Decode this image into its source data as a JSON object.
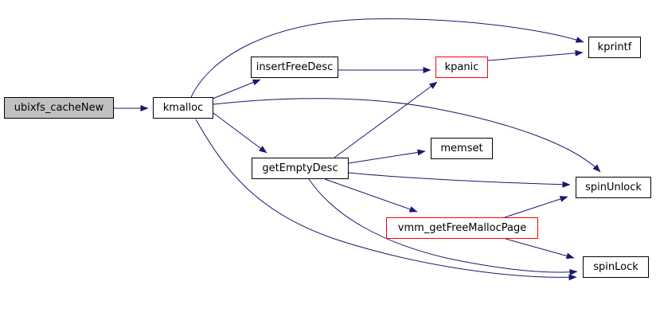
{
  "diagram": {
    "type": "call-graph",
    "colors": {
      "edge": "#191970",
      "node_border": "#000000",
      "highlight_border": "#ff0000",
      "root_fill": "#c0c0c0",
      "node_fill": "#ffffff",
      "text": "#000000",
      "background": "#ffffff"
    },
    "nodes": [
      {
        "id": "ubixfs_cacheNew",
        "label": "ubixfs_cacheNew",
        "style": "root"
      },
      {
        "id": "kmalloc",
        "label": "kmalloc",
        "style": "normal"
      },
      {
        "id": "insertFreeDesc",
        "label": "insertFreeDesc",
        "style": "normal"
      },
      {
        "id": "kpanic",
        "label": "kpanic",
        "style": "highlight"
      },
      {
        "id": "kprintf",
        "label": "kprintf",
        "style": "normal"
      },
      {
        "id": "getEmptyDesc",
        "label": "getEmptyDesc",
        "style": "normal"
      },
      {
        "id": "memset",
        "label": "memset",
        "style": "normal"
      },
      {
        "id": "spinUnlock",
        "label": "spinUnlock",
        "style": "normal"
      },
      {
        "id": "vmm_getFreeMallocPage",
        "label": "vmm_getFreeMallocPage",
        "style": "highlight"
      },
      {
        "id": "spinLock",
        "label": "spinLock",
        "style": "normal"
      }
    ],
    "edges": [
      {
        "from": "ubixfs_cacheNew",
        "to": "kmalloc"
      },
      {
        "from": "kmalloc",
        "to": "insertFreeDesc"
      },
      {
        "from": "kmalloc",
        "to": "kprintf"
      },
      {
        "from": "kmalloc",
        "to": "getEmptyDesc"
      },
      {
        "from": "kmalloc",
        "to": "spinUnlock"
      },
      {
        "from": "kmalloc",
        "to": "spinLock"
      },
      {
        "from": "insertFreeDesc",
        "to": "kpanic"
      },
      {
        "from": "kpanic",
        "to": "kprintf"
      },
      {
        "from": "getEmptyDesc",
        "to": "kpanic"
      },
      {
        "from": "getEmptyDesc",
        "to": "memset"
      },
      {
        "from": "getEmptyDesc",
        "to": "spinUnlock"
      },
      {
        "from": "getEmptyDesc",
        "to": "vmm_getFreeMallocPage"
      },
      {
        "from": "getEmptyDesc",
        "to": "spinLock"
      },
      {
        "from": "vmm_getFreeMallocPage",
        "to": "spinUnlock"
      },
      {
        "from": "vmm_getFreeMallocPage",
        "to": "spinLock"
      }
    ]
  }
}
